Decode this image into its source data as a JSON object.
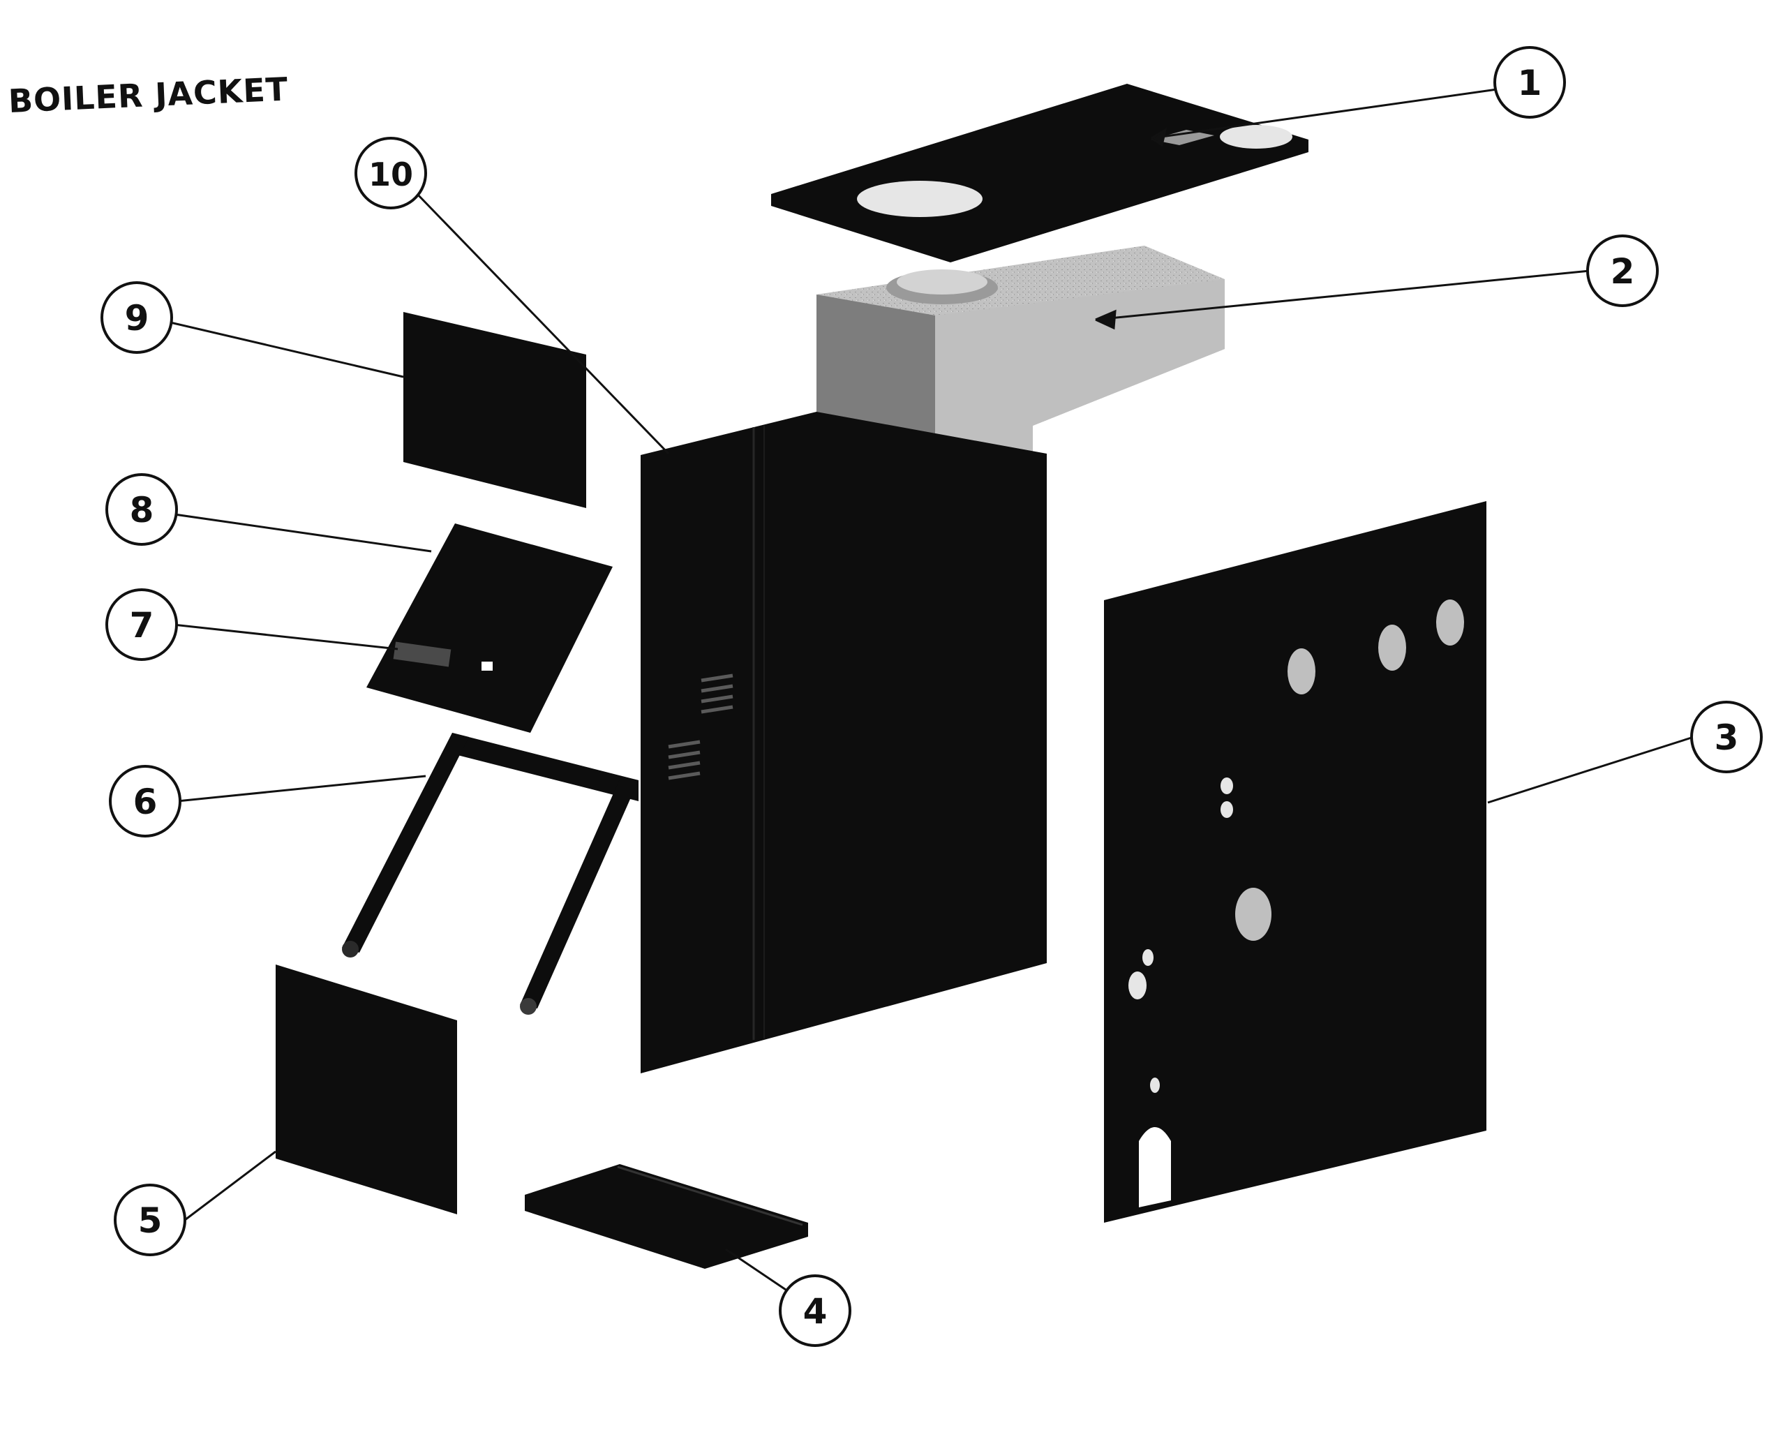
{
  "title": "BOILER JACKET",
  "callouts": [
    {
      "id": "1",
      "label": "1"
    },
    {
      "id": "2",
      "label": "2"
    },
    {
      "id": "3",
      "label": "3"
    },
    {
      "id": "4",
      "label": "4"
    },
    {
      "id": "5",
      "label": "5"
    },
    {
      "id": "6",
      "label": "6"
    },
    {
      "id": "7",
      "label": "7"
    },
    {
      "id": "8",
      "label": "8"
    },
    {
      "id": "9",
      "label": "9"
    },
    {
      "id": "10",
      "label": "10"
    }
  ],
  "colors": {
    "panel": "#0d0d0d",
    "panel_edge": "#2a2a2a",
    "flue_box": "#b9b9b9",
    "line": "#111111",
    "background": "#ffffff"
  }
}
